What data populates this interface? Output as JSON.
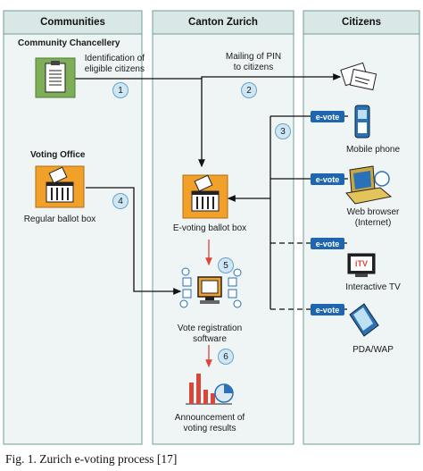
{
  "columns": {
    "communities": "Communities",
    "canton": "Canton Zurich",
    "citizens": "Citizens"
  },
  "labels": {
    "community_chancellery": "Community Chancellery",
    "identification_line1": "Identification of",
    "identification_line2": "eligible citizens",
    "mailing_line1": "Mailing of PIN",
    "mailing_line2": "to citizens",
    "voting_office": "Voting Office",
    "regular_ballot_box": "Regular ballot box",
    "evoting_ballot_box": "E-voting ballot box",
    "vote_registration_line1": "Vote registration",
    "vote_registration_line2": "software",
    "announcement_line1": "Announcement of",
    "announcement_line2": "voting results",
    "mobile_phone": "Mobile phone",
    "web_browser_line1": "Web browser",
    "web_browser_line2": "(Internet)",
    "interactive_tv": "Interactive TV",
    "pda_wap": "PDA/WAP",
    "itv_logo": "iTV"
  },
  "steps": [
    "1",
    "2",
    "3",
    "4",
    "5",
    "6"
  ],
  "evote_badge": "e-vote",
  "caption": "Fig. 1.   Zurich e-voting process [17]",
  "colors": {
    "column_bg": "#eef5f4",
    "column_border": "#6f9e97",
    "header_bg": "#d9e8e6",
    "step_circle": "#cfe6f5",
    "evote_badge": "#1f66b0",
    "orange": "#f1a02a",
    "flow_red": "#d9463a"
  }
}
